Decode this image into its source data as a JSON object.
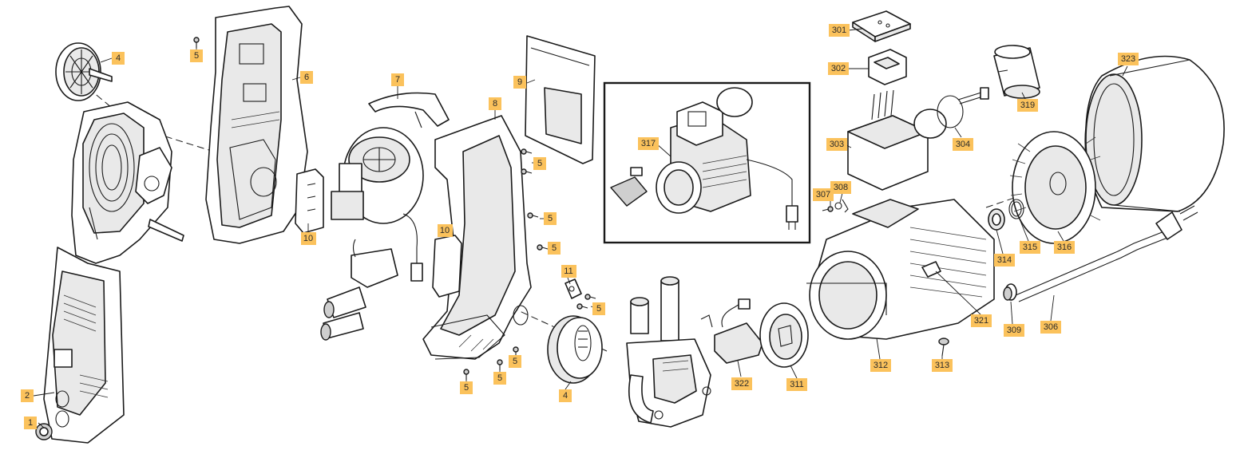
{
  "diagram": {
    "colors": {
      "callout_fill": "#fbc25c",
      "line": "#1a1a1a",
      "background": "#ffffff"
    },
    "callouts": {
      "c1": "1",
      "c2": "2",
      "c4a": "4",
      "c4b": "4",
      "c5a": "5",
      "c5b": "5",
      "c5c": "5",
      "c5d": "5",
      "c5e": "5",
      "c5f": "5",
      "c5g": "5",
      "c5h": "5",
      "c6": "6",
      "c7": "7",
      "c8": "8",
      "c9": "9",
      "c10a": "10",
      "c10b": "10",
      "c11": "11",
      "c301": "301",
      "c302": "302",
      "c303": "303",
      "c304": "304",
      "c306": "306",
      "c307": "307",
      "c308": "308",
      "c309": "309",
      "c311": "311",
      "c312": "312",
      "c313": "313",
      "c314": "314",
      "c315": "315",
      "c316": "316",
      "c317": "317",
      "c319": "319",
      "c321": "321",
      "c322": "322",
      "c323": "323"
    }
  }
}
